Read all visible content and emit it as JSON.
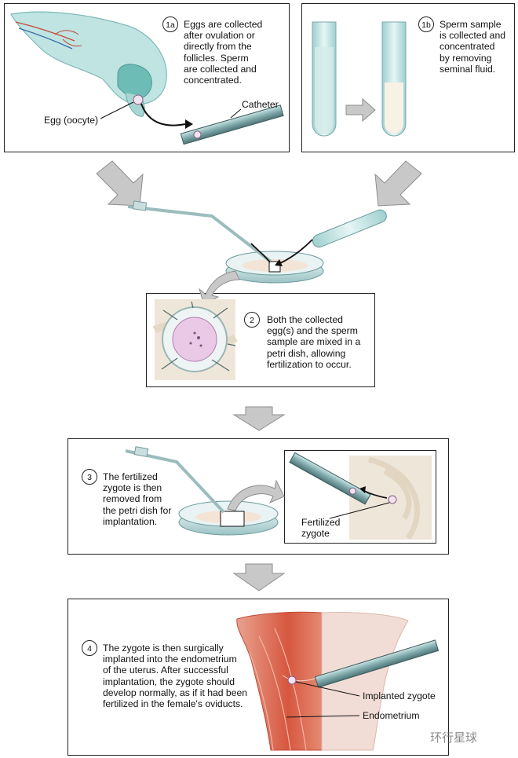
{
  "steps": [
    {
      "id": "1a",
      "text": "Eggs are collected\nafter ovulation or\ndirectly from the\nfollicles. Sperm\nare collected and\nconcentrated."
    },
    {
      "id": "1b",
      "text": "Sperm sample\nis collected and\nconcentrated\nby removing\nseminal fluid."
    },
    {
      "id": "2",
      "text": "Both the collected\negg(s) and the sperm\nsample are mixed in a\npetri dish, allowing\nfertilization to occur."
    },
    {
      "id": "3",
      "text": "The fertilized\nzygote is then\nremoved from\nthe petri dish for\nimplantation."
    },
    {
      "id": "4",
      "text": "The zygote is then surgically\nimplanted into the endometrium\nof the uterus. After successful\nimplantation, the zygote should\ndevelop normally, as if it had been\nfertilized in the female's oviducts."
    }
  ],
  "labels": {
    "egg": "Egg (oocyte)",
    "catheter": "Catheter",
    "fertilized_zygote": "Fertilized\nzygote",
    "implanted_zygote": "Implanted zygote",
    "endometrium": "Endometrium"
  },
  "watermark": "环行星球"
}
